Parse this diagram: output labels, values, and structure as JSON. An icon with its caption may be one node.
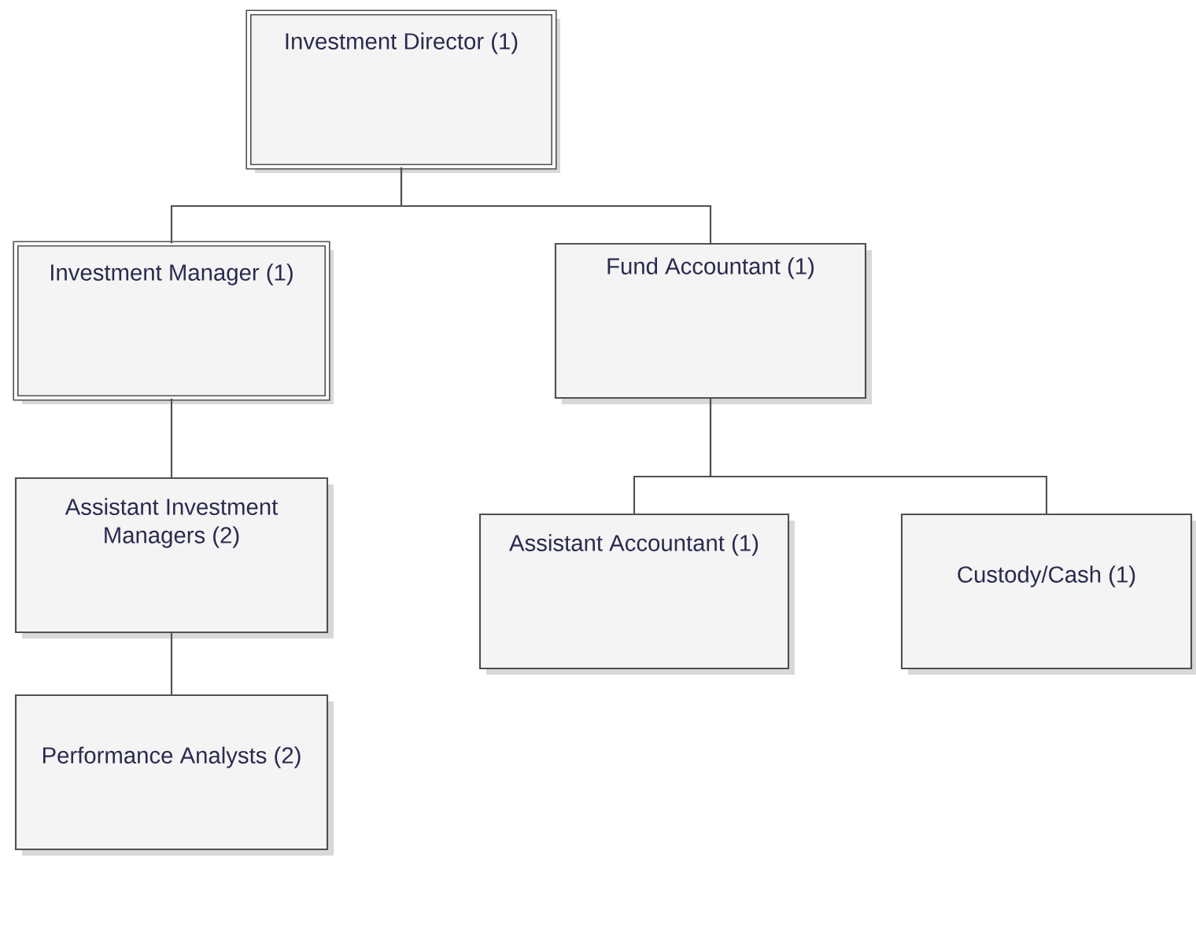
{
  "diagram": {
    "nodes": [
      {
        "text": [
          "Investment Director (1)"
        ]
      },
      {
        "text": [
          "Investment Manager (1)"
        ]
      },
      {
        "text": [
          "Fund Accountant (1)"
        ]
      },
      {
        "text": [
          "Assistant Investment Managers (2)"
        ]
      },
      {
        "text": [
          "Performance Analysts (2)"
        ]
      },
      {
        "text": [
          "Assistant Accountant (1)"
        ]
      },
      {
        "text": [
          "Custody/Cash (1)"
        ]
      }
    ],
    "edges": [
      {
        "from": 0,
        "to": 1,
        "arrow": "none"
      },
      {
        "from": 0,
        "to": 2,
        "arrow": "none"
      },
      {
        "from": 1,
        "to": 3,
        "arrow": "none"
      },
      {
        "from": 3,
        "to": 4,
        "arrow": "none"
      },
      {
        "from": 2,
        "to": 5,
        "arrow": "none"
      },
      {
        "from": 2,
        "to": 6,
        "arrow": "none"
      }
    ]
  }
}
